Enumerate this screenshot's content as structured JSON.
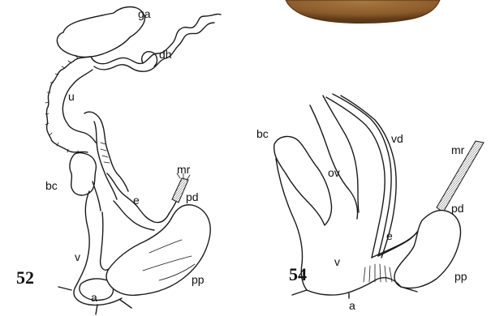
{
  "figure_52": {
    "number": "52",
    "labels": {
      "ga": "ga",
      "dh": "dh",
      "u": "u",
      "bc": "bc",
      "e": "e",
      "mr": "mr",
      "pd": "pd",
      "v": "v",
      "pp": "pp",
      "a": "a"
    }
  },
  "figure_54": {
    "number": "54",
    "labels": {
      "bc": "bc",
      "ov": "ov",
      "vd": "vd",
      "mr": "mr",
      "pd": "pd",
      "e": "e",
      "v": "v",
      "pp": "pp",
      "a": "a"
    }
  },
  "colors": {
    "ink": "#1a1a1a",
    "photo_brown": "#8a5a2b",
    "muscle_grey": "#9a9a9a"
  }
}
